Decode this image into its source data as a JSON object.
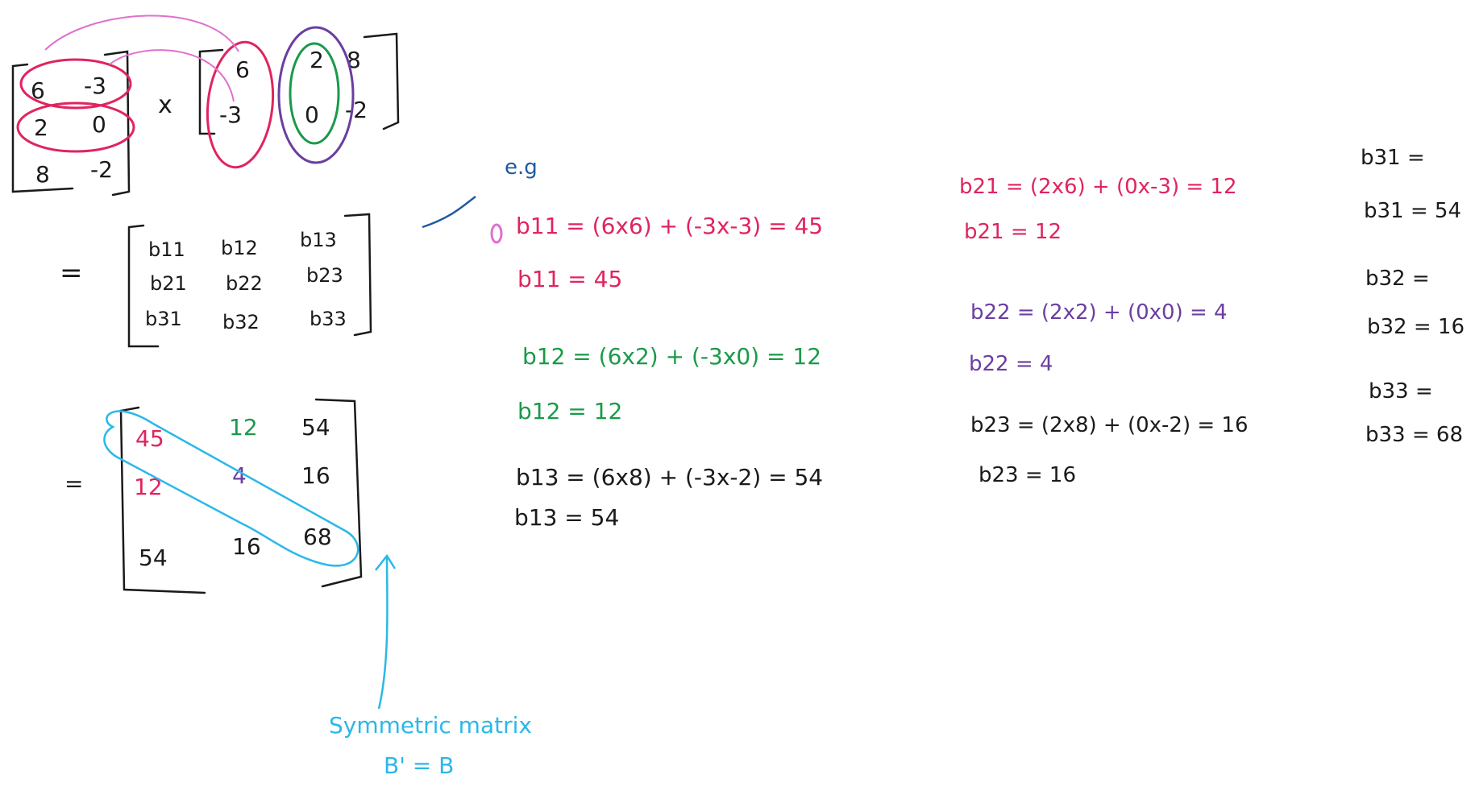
{
  "colors": {
    "ink": "#1a1a1a",
    "red": "#e0245e",
    "green": "#1a9a4a",
    "purple": "#6a3fa0",
    "blue": "#1f5aa0",
    "cyan": "#2bb8e8",
    "pink": "#e070d0"
  },
  "matrixA": {
    "cells": [
      [
        "6",
        "-3"
      ],
      [
        "2",
        "0"
      ],
      [
        "8",
        "-2"
      ]
    ]
  },
  "times": "x",
  "matrixAT": {
    "cells": [
      [
        "6",
        "2",
        "8"
      ],
      [
        "-3",
        "0",
        "-2"
      ]
    ]
  },
  "equals": "=",
  "matrixB": {
    "cells": [
      [
        "b11",
        "b12",
        "b13"
      ],
      [
        "b21",
        "b22",
        "b23"
      ],
      [
        "b31",
        "b32",
        "b33"
      ]
    ]
  },
  "matrixResult": {
    "cells": [
      [
        "45",
        "12",
        "54"
      ],
      [
        "12",
        "4",
        "16"
      ],
      [
        "54",
        "16",
        "68"
      ]
    ]
  },
  "annotation": {
    "line1": "Symmetric matrix",
    "line2": "B' = B"
  },
  "example_label": "e.g",
  "calculations": {
    "b11": {
      "expr": "b11 = (6x6) + (-3x-3) = 45",
      "result": "b11 = 45"
    },
    "b12": {
      "expr": "b12 = (6x2) + (-3x0) = 12",
      "result": "b12 = 12"
    },
    "b13": {
      "expr": "b13 = (6x8) + (-3x-2) = 54",
      "result": "b13 = 54"
    },
    "b21": {
      "expr": "b21 = (2x6) + (0x-3) = 12",
      "result": "b21 = 12"
    },
    "b22": {
      "expr": "b22 = (2x2) + (0x0) = 4",
      "result": "b22 = 4"
    },
    "b23": {
      "expr": "b23 = (2x8) + (0x-2) = 16",
      "result": "b23 = 16"
    },
    "b31": {
      "expr": "b31 =",
      "result": "b31 = 54"
    },
    "b32": {
      "expr": "b32 =",
      "result": "b32 = 16"
    },
    "b33": {
      "expr": "b33 =",
      "result": "b33 = 68"
    }
  }
}
